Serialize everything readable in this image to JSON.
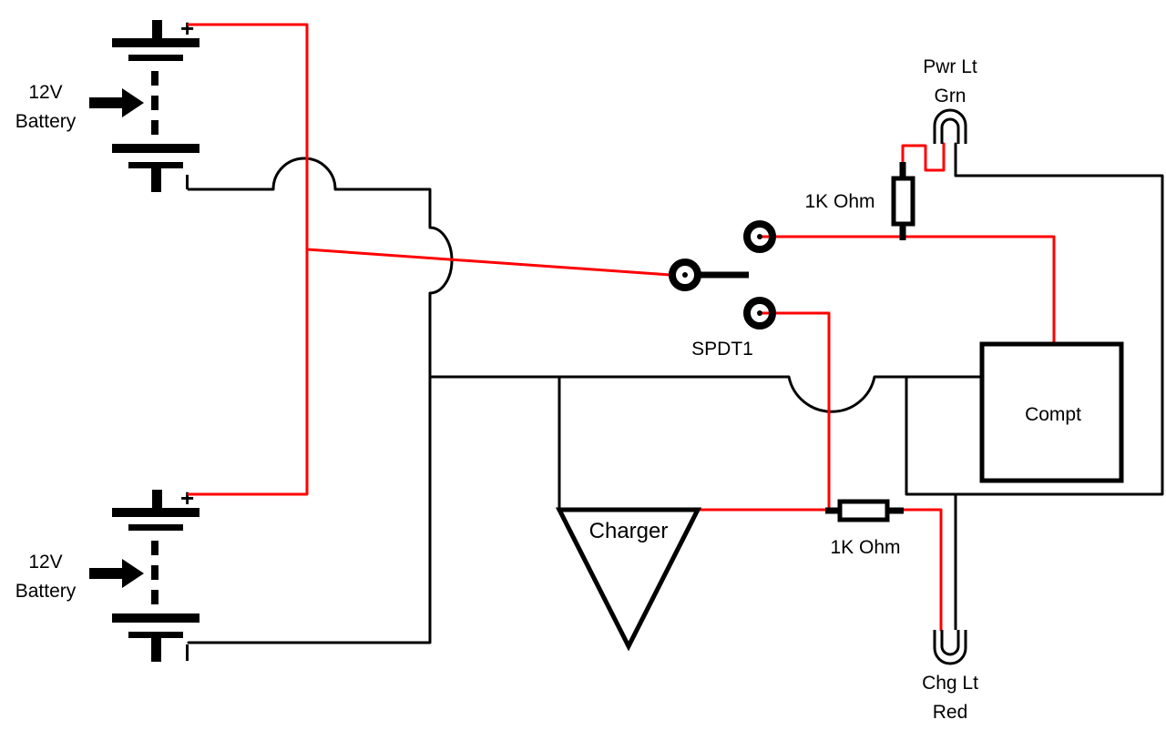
{
  "colors": {
    "positive_wire": "#ff0000",
    "negative_wire": "#000000",
    "background": "#ffffff"
  },
  "batteries": [
    {
      "label_line1": "12V",
      "label_line2": "Battery",
      "plus": "+"
    },
    {
      "label_line1": "12V",
      "label_line2": "Battery",
      "plus": "+"
    }
  ],
  "switch": {
    "label": "SPDT1"
  },
  "resistors": [
    {
      "label": "1K Ohm"
    },
    {
      "label": "1K Ohm"
    }
  ],
  "lights": [
    {
      "label_line1": "Pwr Lt",
      "label_line2": "Grn"
    },
    {
      "label_line1": "Chg Lt",
      "label_line2": "Red"
    }
  ],
  "compartment": {
    "label": "Compt"
  },
  "charger": {
    "label": "Charger"
  }
}
